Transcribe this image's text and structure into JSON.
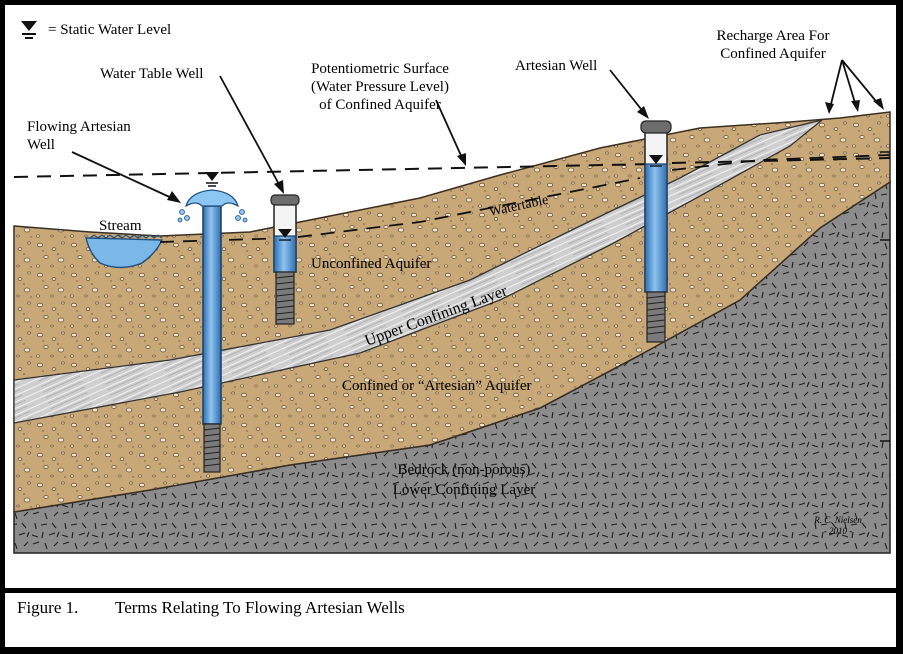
{
  "legend": {
    "symbol": "water-level-triangle-icon",
    "text": "= Static Water Level"
  },
  "labels": {
    "flowing_artesian_well": [
      "Flowing Artesian",
      "Well"
    ],
    "water_table_well": "Water Table Well",
    "potentiometric_surface": [
      "Potentiometric Surface",
      "(Water Pressure Level)",
      "of Confined Aquifer"
    ],
    "artesian_well": "Artesian Well",
    "recharge_area": [
      "Recharge Area For",
      "Confined Aquifer"
    ],
    "stream": "Stream",
    "watertable": "Watertable",
    "unconfined_aquifer": "Unconfined Aquifer",
    "upper_confining_layer": "Upper Confining Layer",
    "confined_aquifer": "Confined or “Artesian” Aquifer",
    "bedrock": [
      "Bedrock (non-porous)",
      "Lower Confining Layer"
    ],
    "signature": [
      "R. C. Nielsen",
      "- 2010 -"
    ]
  },
  "caption": {
    "number": "Figure 1.",
    "title": "Terms Relating To Flowing Artesian Wells"
  },
  "colors": {
    "sand": "#c9a878",
    "clay_band": "#c8c8c8",
    "bedrock": "#8c8c8c",
    "water": "#78b4e6",
    "frame": "#000000"
  }
}
